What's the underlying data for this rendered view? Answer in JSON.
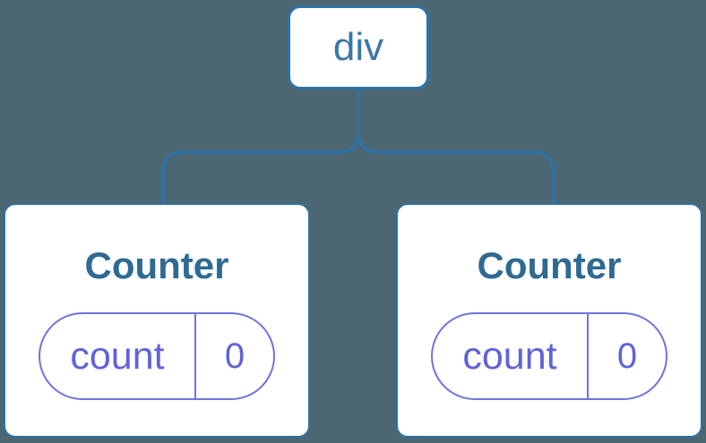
{
  "colors": {
    "bg": "#4C6672",
    "blue_line": "#2E73A6",
    "div_text": "#3978A6",
    "counter_text": "#2E6A92",
    "pill_border": "#6E72DF",
    "pill_text": "#5F63D9",
    "card_bg": "#FFFFFF"
  },
  "diagram": {
    "root": {
      "label": "div"
    },
    "children": [
      {
        "title": "Counter",
        "state": {
          "name": "count",
          "value": "0"
        }
      },
      {
        "title": "Counter",
        "state": {
          "name": "count",
          "value": "0"
        }
      }
    ]
  }
}
